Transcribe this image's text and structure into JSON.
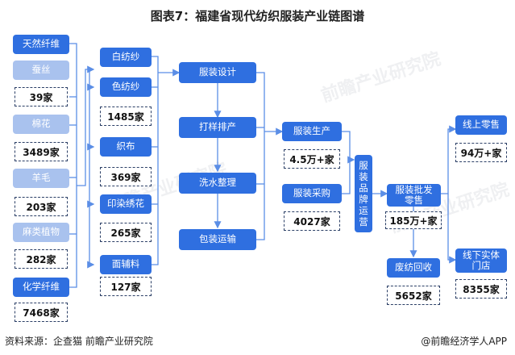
{
  "title": "图表7：福建省现代纺织服装产业链图谱",
  "raw_materials": [
    {
      "label": "天然纤维",
      "style": "blue"
    },
    {
      "label": "蚕丝",
      "style": "light",
      "count": "39家"
    },
    {
      "label": "棉花",
      "style": "light",
      "count": "3489家"
    },
    {
      "label": "羊毛",
      "style": "light",
      "count": "203家"
    },
    {
      "label": "麻类植物",
      "style": "light",
      "count": "282家"
    },
    {
      "label": "化学纤维",
      "style": "blue",
      "count": "7468家"
    }
  ],
  "processing": [
    {
      "label": "白纺纱"
    },
    {
      "label": "色纺纱",
      "count": "1485家"
    },
    {
      "label": "织布",
      "count": "369家"
    },
    {
      "label": "印染绣花",
      "count": "265家"
    },
    {
      "label": "面辅料",
      "count": "127家"
    }
  ],
  "design": [
    "服装设计",
    "打样排产",
    "洗水整理",
    "包装运输"
  ],
  "production": {
    "label": "服装生产",
    "count": "4.5万+家"
  },
  "purchase": {
    "label": "服装采购",
    "count": "4027家"
  },
  "brand": [
    "服",
    "装",
    "品",
    "牌",
    "运",
    "营"
  ],
  "wholesale": {
    "line1": "服装批发",
    "line2": "零售",
    "count": "185万+家"
  },
  "recycle": {
    "label": "废纺回收",
    "count": "5652家"
  },
  "online": {
    "label": "线上零售",
    "count": "94万+家"
  },
  "offline": {
    "line1": "线下实体",
    "line2": "门店",
    "count": "8355家"
  },
  "footer": {
    "source": "资料来源：企查猫 前瞻产业研究院",
    "brand": "@前瞻经济学人APP"
  },
  "colors": {
    "primary": "#2f6fe0",
    "light": "#a9c2ee",
    "line": "#5b8ee6",
    "dashed": "#2b3f66"
  },
  "watermark": "前瞻产业研究院"
}
